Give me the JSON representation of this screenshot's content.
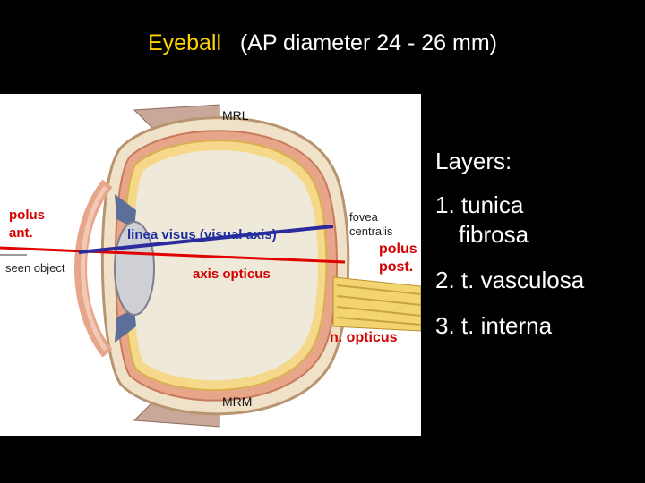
{
  "title": {
    "main": "Eyeball",
    "detail": "(AP diameter 24 - 26 mm)"
  },
  "diagram": {
    "mrl": "MRL",
    "mrm": "MRM",
    "polus_ant": [
      "polus",
      "ant."
    ],
    "seen_object": "seen object",
    "linea_visus": "linea visus (visual axis)",
    "axis_opticus": "axis opticus",
    "fovea": [
      "fovea",
      "centralis"
    ],
    "polus_post": [
      "polus",
      "post."
    ],
    "n_opticus": "n. opticus"
  },
  "layers": {
    "heading": "Layers:",
    "item1": [
      "1. tunica",
      "fibrosa"
    ],
    "item2": "2. t. vasculosa",
    "item3": "3. t. interna"
  },
  "colors": {
    "title_accent": "#ffd200",
    "label_red": "#d40000",
    "label_blue": "#1f2fa0",
    "axis_red": "#e00000",
    "axis_blue": "#2b2b9e"
  }
}
